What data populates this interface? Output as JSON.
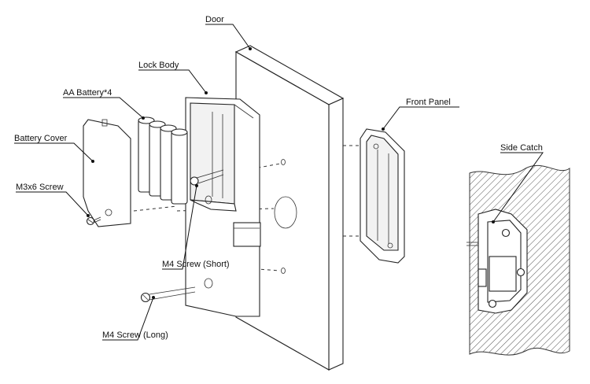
{
  "labels": {
    "door": "Door",
    "lock_body": "Lock Body",
    "aa_battery": "AA Battery*4",
    "battery_cover": "Battery Cover",
    "front_panel": "Front Panel",
    "m3x6_screw": "M3x6 Screw",
    "m4_screw_short": "M4 Screw (Short)",
    "m4_screw_long": "M4 Screw (Long)",
    "side_catch": "Side Catch"
  }
}
